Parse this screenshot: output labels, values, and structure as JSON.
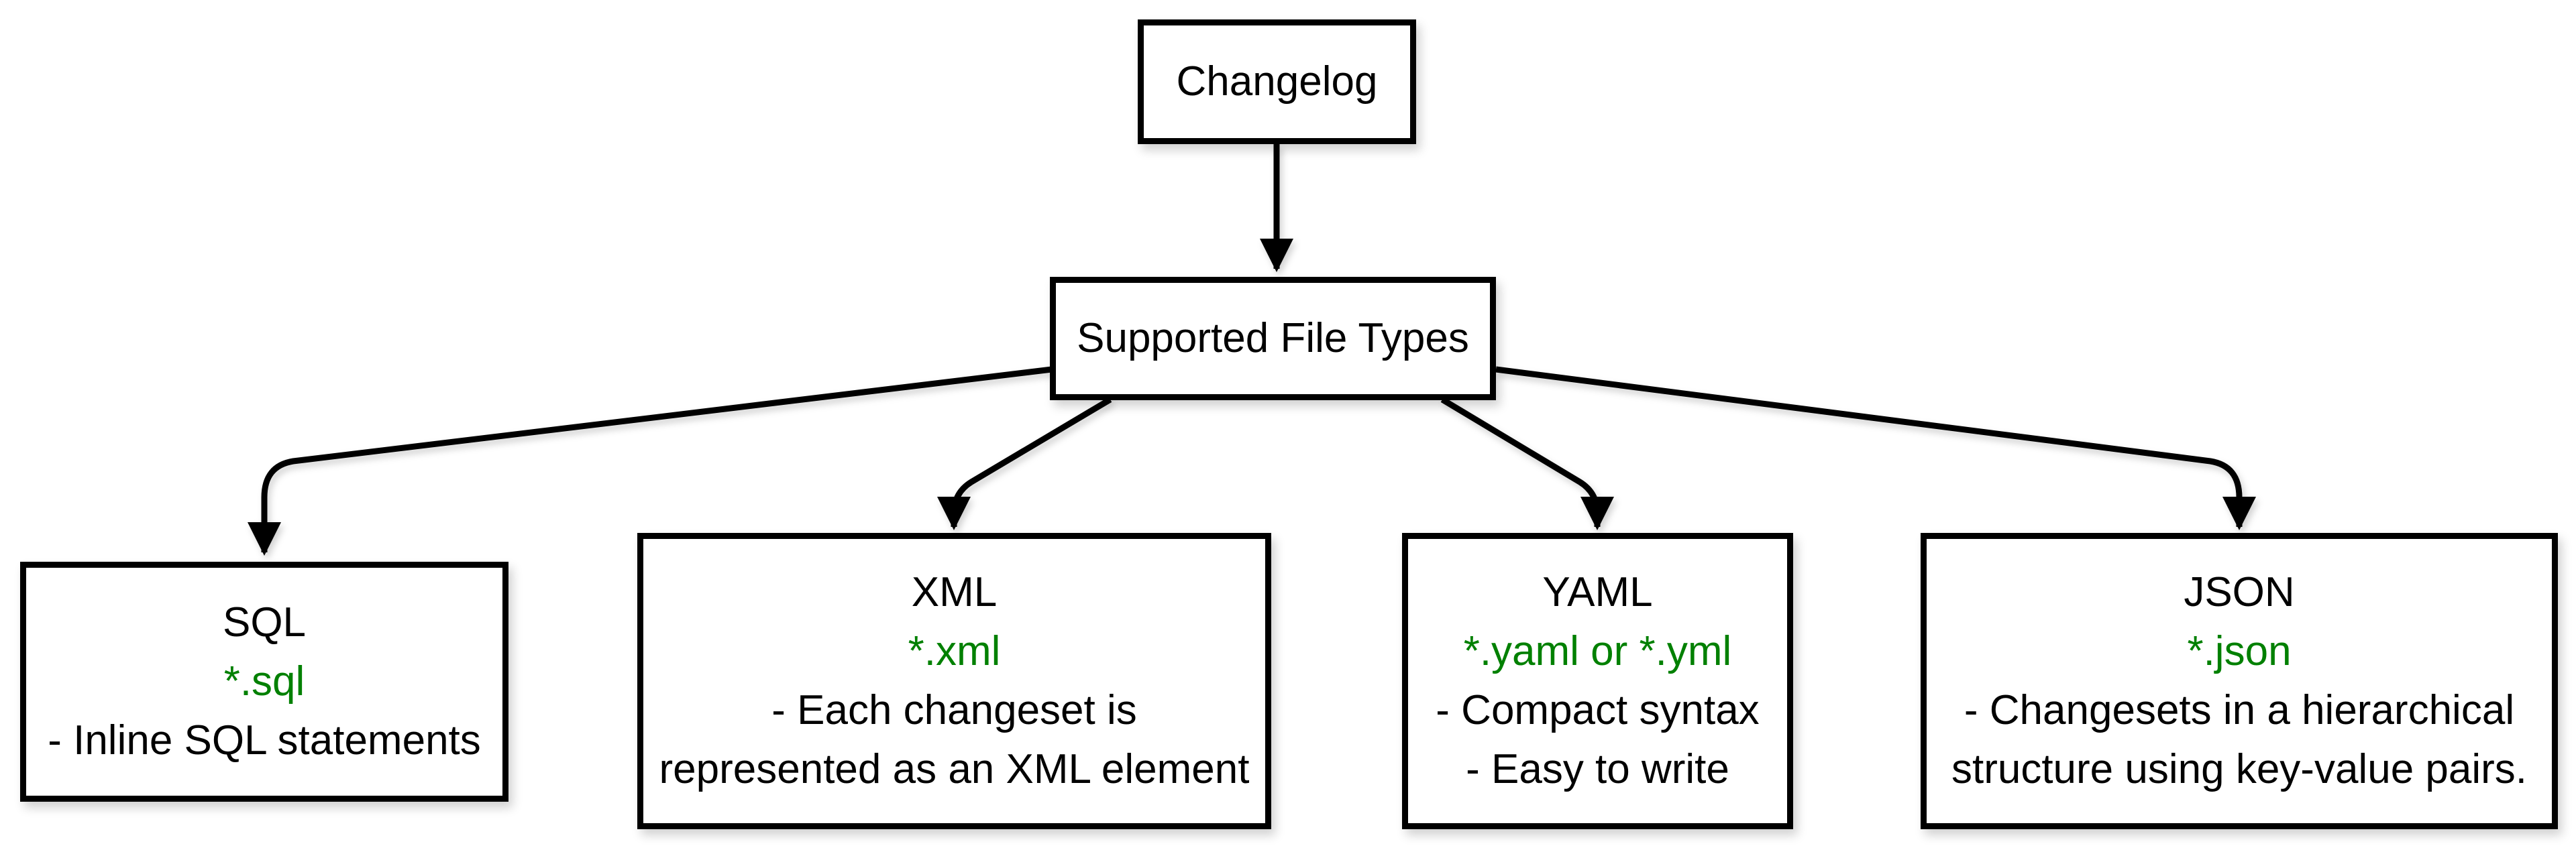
{
  "diagram": {
    "background_color": "#ffffff",
    "line_color": "#000000",
    "text_color": "#000000",
    "pattern_color": "#008000",
    "root": {
      "label": "Changelog"
    },
    "hub": {
      "label": "Supported File Types"
    },
    "types": [
      {
        "title": "SQL",
        "pattern": "*.sql",
        "bullet_lines": [
          "- Inline SQL statements"
        ]
      },
      {
        "title": "XML",
        "pattern": "*.xml",
        "bullet_lines": [
          "- Each changeset is",
          "represented as an XML element"
        ]
      },
      {
        "title": "YAML",
        "pattern": "*.yaml or *.yml",
        "bullet_lines": [
          "- Compact syntax",
          "- Easy to write"
        ]
      },
      {
        "title": "JSON",
        "pattern": "*.json",
        "bullet_lines": [
          "- Changesets in a hierarchical",
          "structure using key-value pairs."
        ]
      }
    ]
  }
}
